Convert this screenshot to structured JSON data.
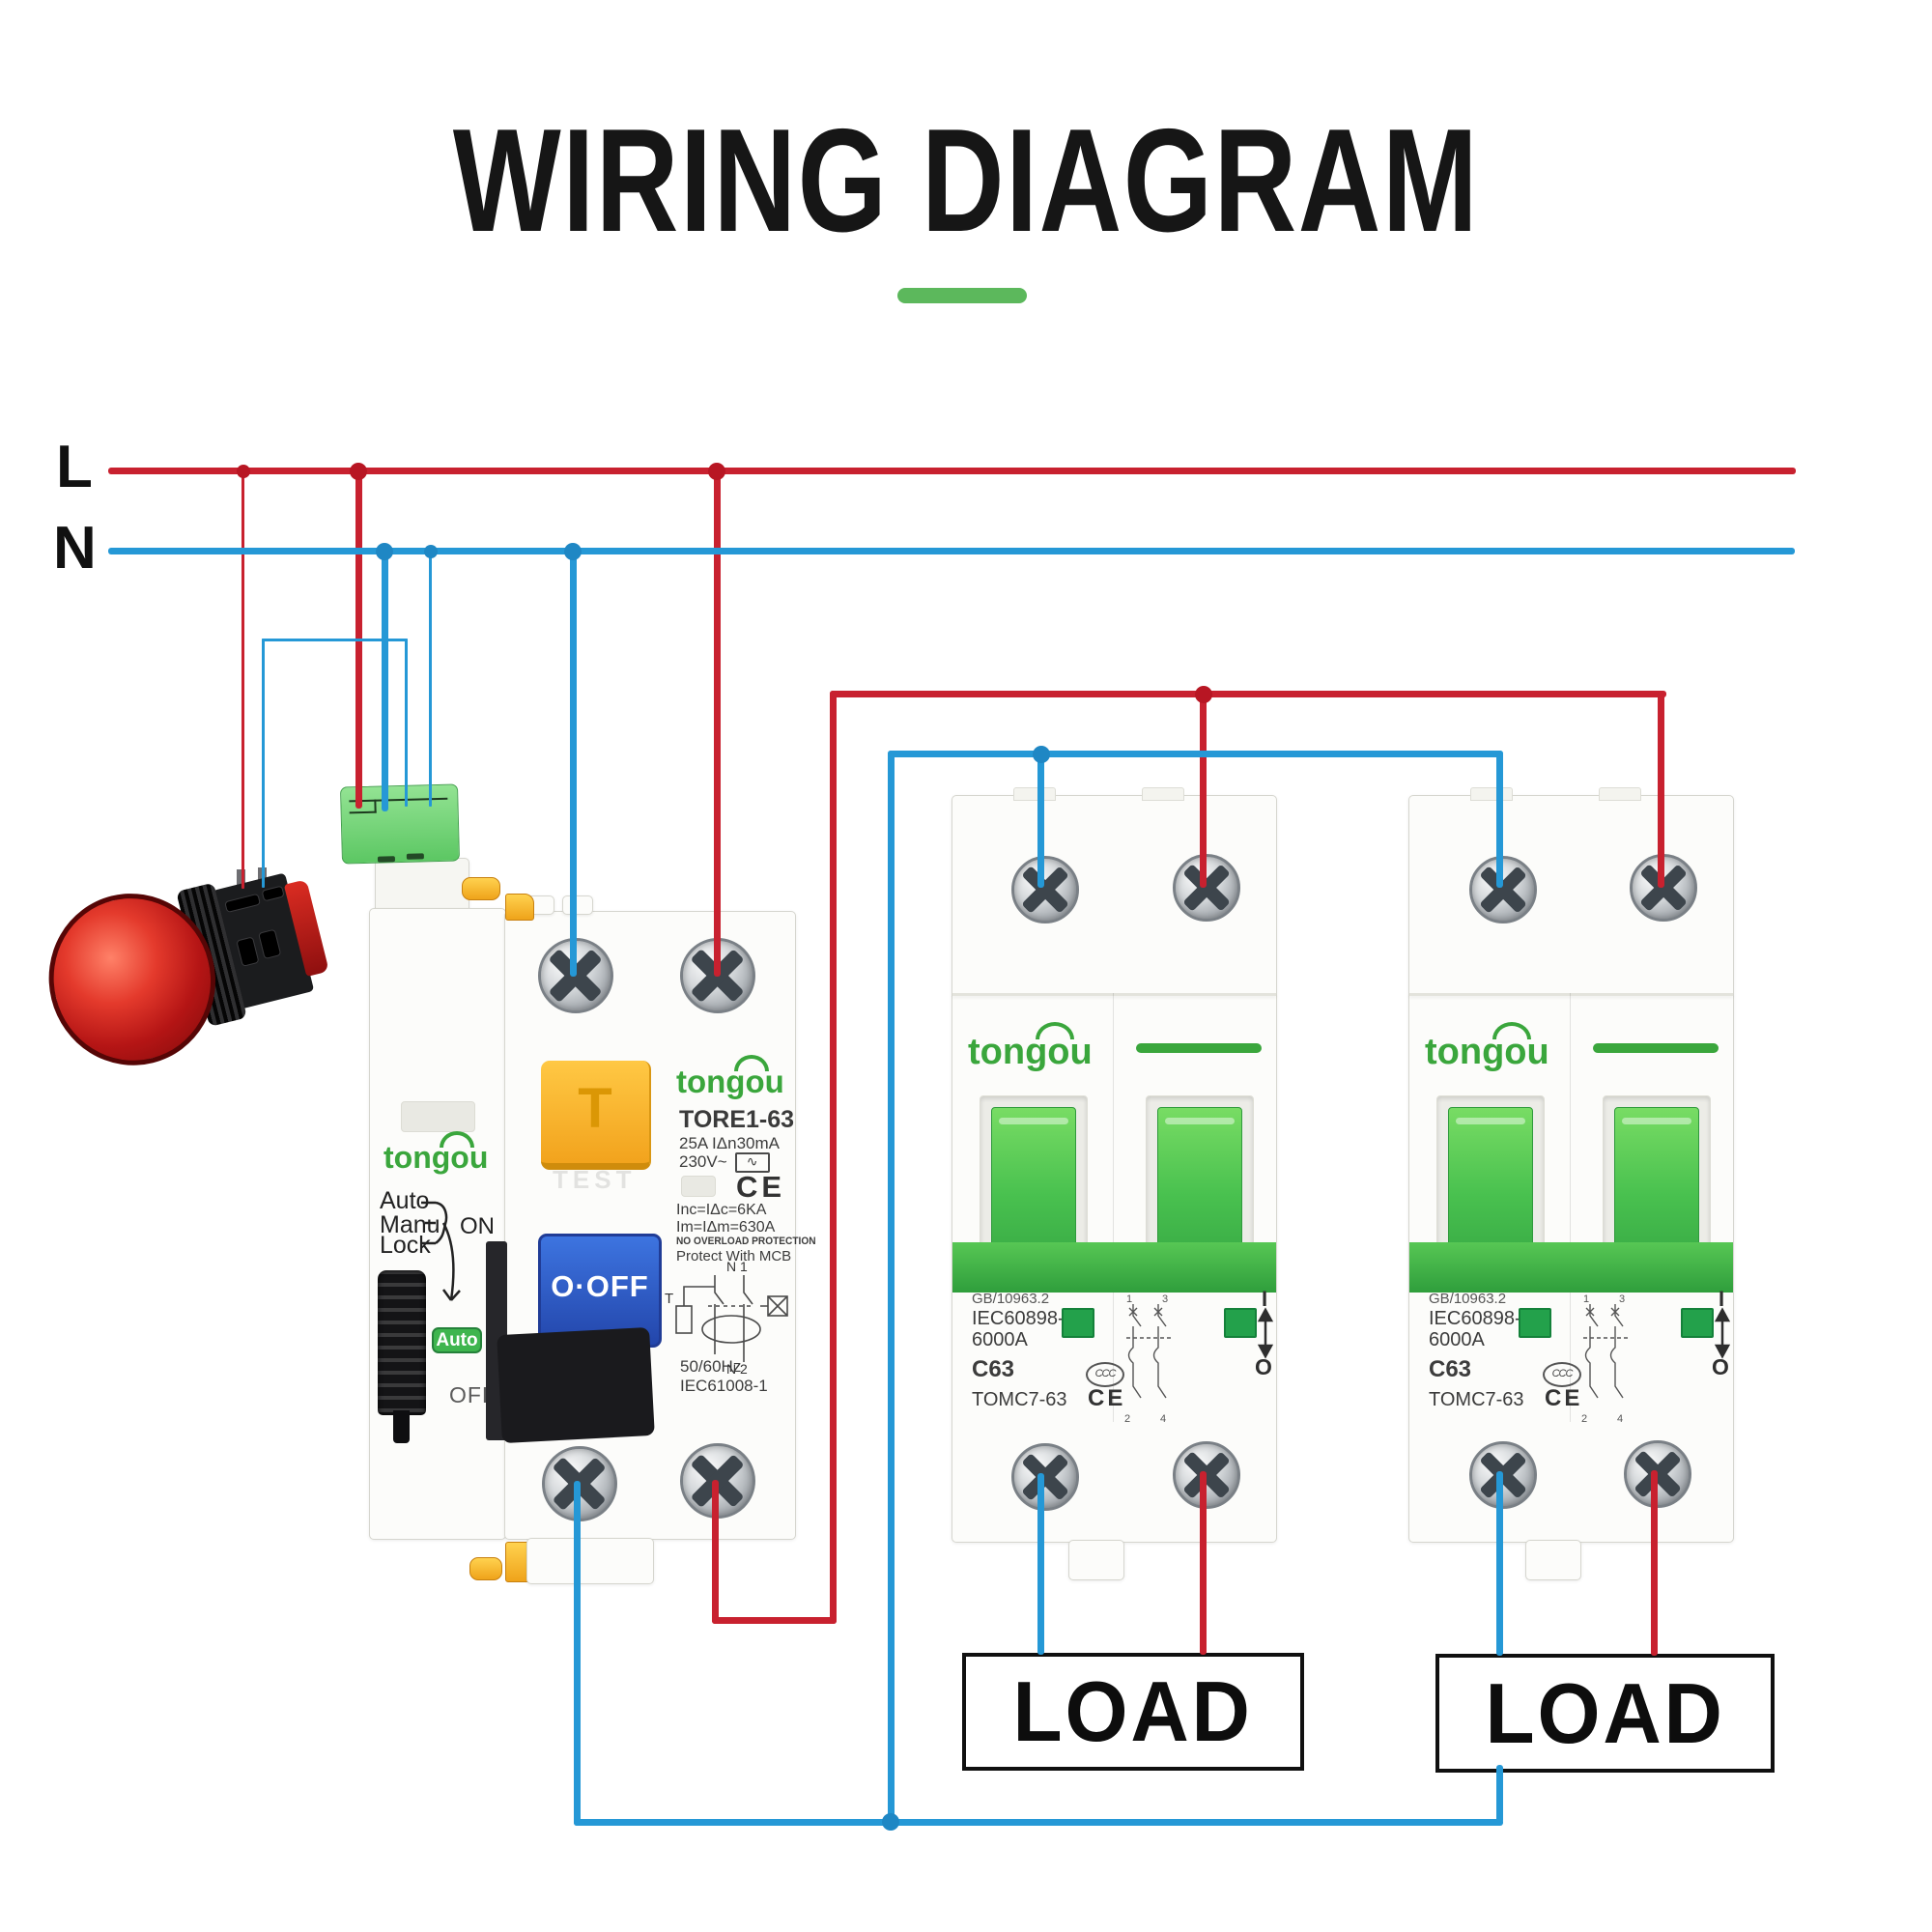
{
  "title": "WIRING DIAGRAM",
  "bus": {
    "live_label": "L",
    "neutral_label": "N"
  },
  "colors": {
    "live": "#c8212f",
    "neutral": "#2598d6",
    "brand_green": "#3aa63c",
    "accent_bar": "#5cb85c"
  },
  "rcbo": {
    "brand": "tongou",
    "model": "TORE1-63",
    "rating": "25A IΔn30mA",
    "voltage": "230V~",
    "wave": "∿",
    "ce": "CE",
    "breaking": "Inc=IΔc=6KA",
    "surge": "Im=IΔm=630A",
    "warning": "NO OVERLOAD PROTECTION",
    "protect": "Protect With MCB",
    "freq": "50/60Hz",
    "standard": "IEC61008-1",
    "modes": [
      "Auto",
      "Manu",
      "Lock"
    ],
    "on_label": "ON",
    "off_label": "OFF",
    "auto_badge": "Auto",
    "test_label": "T",
    "test_word": "TEST",
    "rocker_label": "O·OFF",
    "diagram": {
      "n1": "N 1",
      "t": "T",
      "n2": "N 2"
    }
  },
  "breakers": [
    {
      "brand": "tongou",
      "std1": "GB/10963.2",
      "std2": "IEC60898-1",
      "amps": "6000A",
      "curve": "C63",
      "model": "TOMC7-63",
      "ccc": "CCC",
      "ce": "CE",
      "io_on": "I",
      "io_off": "O",
      "poles": {
        "p1": "1",
        "p3": "3",
        "p2": "2",
        "p4": "4"
      }
    },
    {
      "brand": "tongou",
      "std1": "GB/10963.2",
      "std2": "IEC60898-1",
      "amps": "6000A",
      "curve": "C63",
      "model": "TOMC7-63",
      "ccc": "CCC",
      "ce": "CE",
      "io_on": "I",
      "io_off": "O",
      "poles": {
        "p1": "1",
        "p3": "3",
        "p2": "2",
        "p4": "4"
      }
    }
  ],
  "loads": [
    {
      "label": "LOAD"
    },
    {
      "label": "LOAD"
    }
  ]
}
